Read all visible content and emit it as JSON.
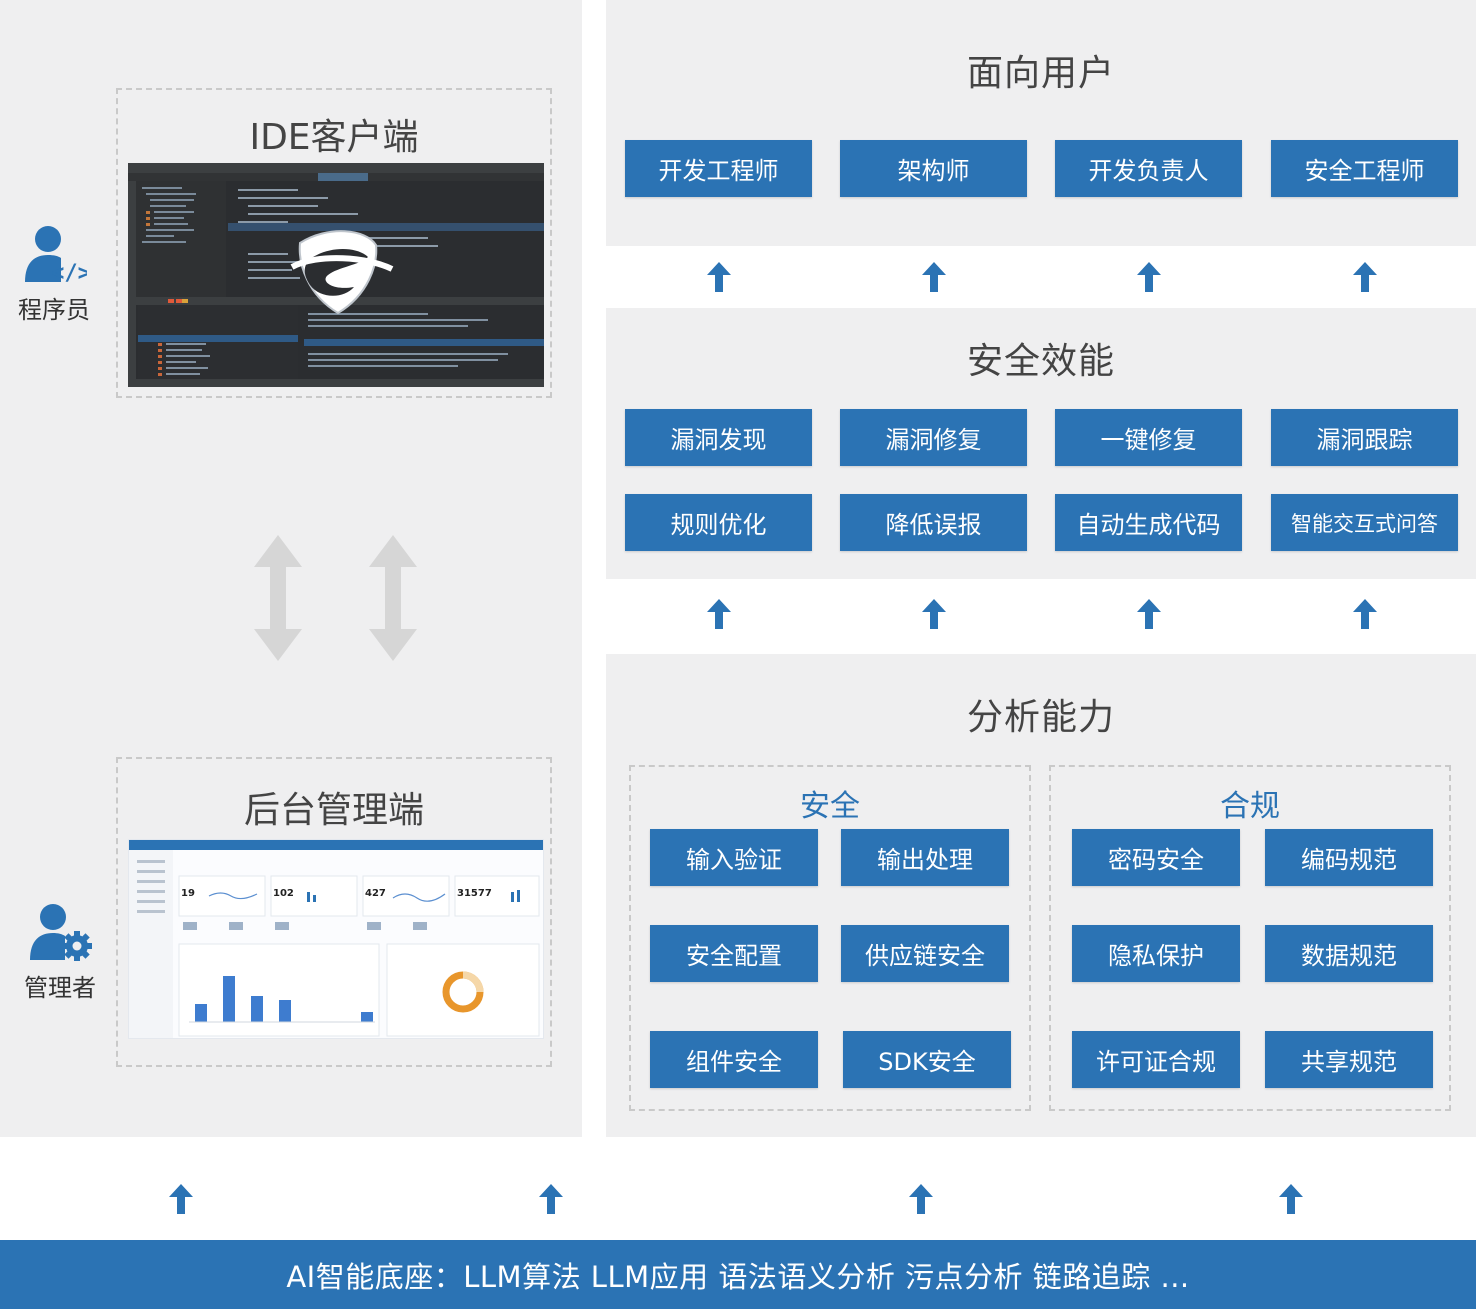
{
  "users": {
    "title": "面向用户",
    "items": [
      "开发工程师",
      "架构师",
      "开发负责人",
      "安全工程师"
    ]
  },
  "efficiency": {
    "title": "安全效能",
    "items": [
      "漏洞发现",
      "漏洞修复",
      "一键修复",
      "漏洞跟踪",
      "规则优化",
      "降低误报",
      "自动生成代码",
      "智能交互式问答"
    ]
  },
  "analysis": {
    "title": "分析能力",
    "security": {
      "title": "安全",
      "items": [
        "输入验证",
        "输出处理",
        "安全配置",
        "供应链安全",
        "组件安全",
        "SDK安全"
      ]
    },
    "compliance": {
      "title": "合规",
      "items": [
        "密码安全",
        "编码规范",
        "隐私保护",
        "数据规范",
        "许可证合规",
        "共享规范"
      ]
    }
  },
  "clients": {
    "ide_title": "IDE客户端",
    "admin_title": "后台管理端"
  },
  "roles": {
    "programmer": "程序员",
    "manager": "管理者"
  },
  "dashboard": {
    "stats": [
      "19",
      "102",
      "427",
      "31577"
    ]
  },
  "footer": {
    "text": "AI智能底座：LLM算法 LLM应用 语法语义分析 污点分析 链路追踪 ..."
  },
  "colors": {
    "accent": "#2b73b4",
    "panel": "#efeff0"
  }
}
